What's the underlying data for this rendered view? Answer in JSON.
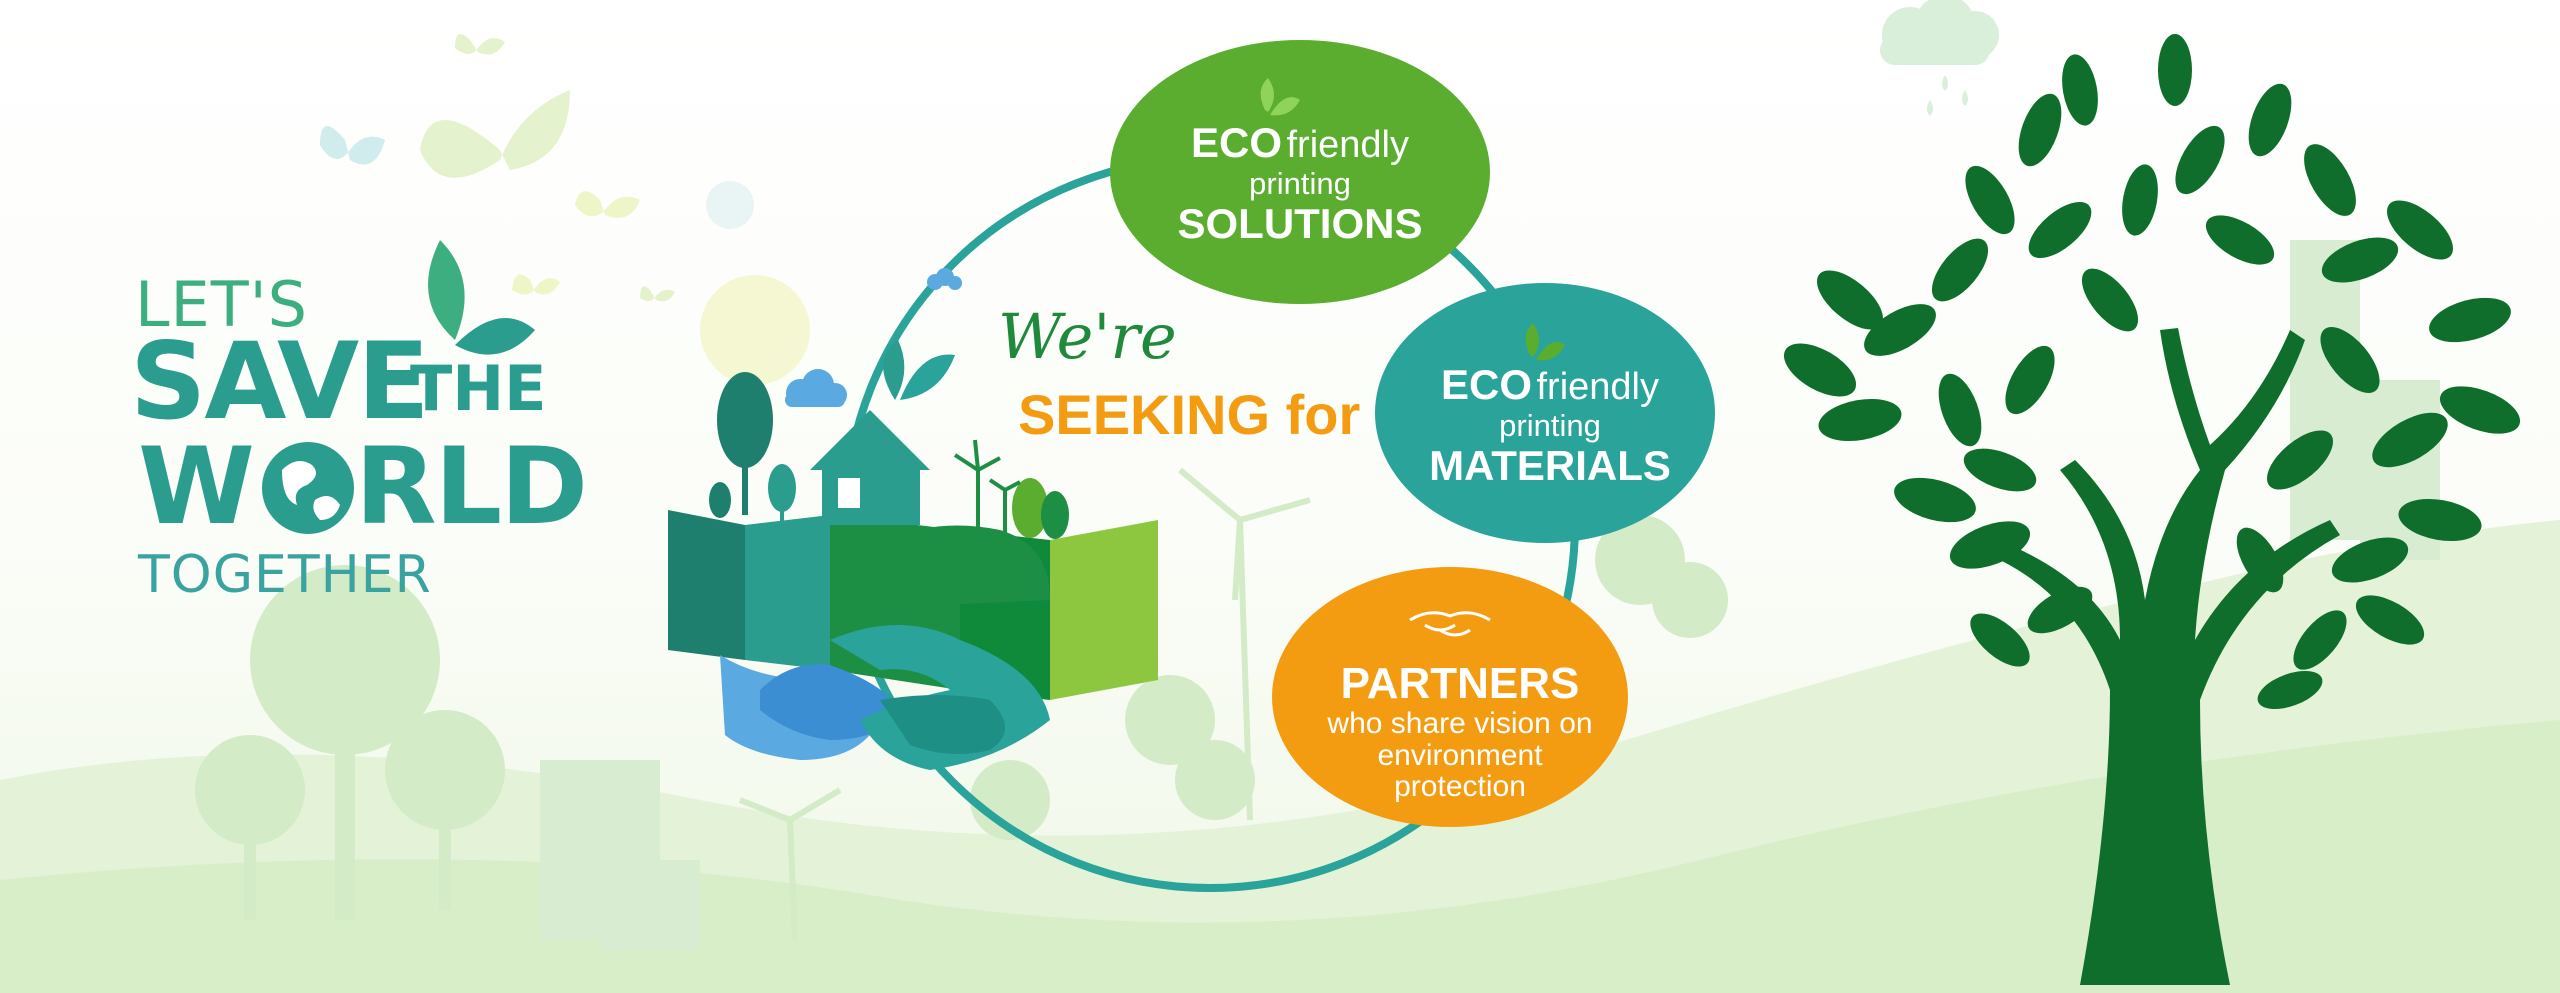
{
  "slogan": {
    "lets": "LET'S",
    "save": "SAVE",
    "the": "THE",
    "w": "W",
    "rld": "RLD",
    "together": "TOGETHER"
  },
  "center": {
    "were": "We're",
    "seeking": "SEEKING for"
  },
  "bubbles": [
    {
      "eco": "ECO",
      "friendly": "friendly",
      "printing": "printing",
      "title": "SOLUTIONS",
      "color": "#5aad2f"
    },
    {
      "eco": "ECO",
      "friendly": "friendly",
      "printing": "printing",
      "title": "MATERIALS",
      "color": "#2aa39a"
    },
    {
      "title": "PARTNERS",
      "line1": "who share vision on",
      "line2": "environment",
      "line3": "protection",
      "color": "#f39c12"
    }
  ],
  "colors": {
    "teal": "#2a9d8f",
    "green": "#5aad2f",
    "dark_tree": "#0f6e2c",
    "orange": "#f39c12"
  },
  "icons": [
    "globe-icon",
    "leaf-icon",
    "handshake-icon",
    "tree-icon",
    "butterfly-icon",
    "cloud-icon",
    "house-icon",
    "wind-turbine-icon"
  ]
}
